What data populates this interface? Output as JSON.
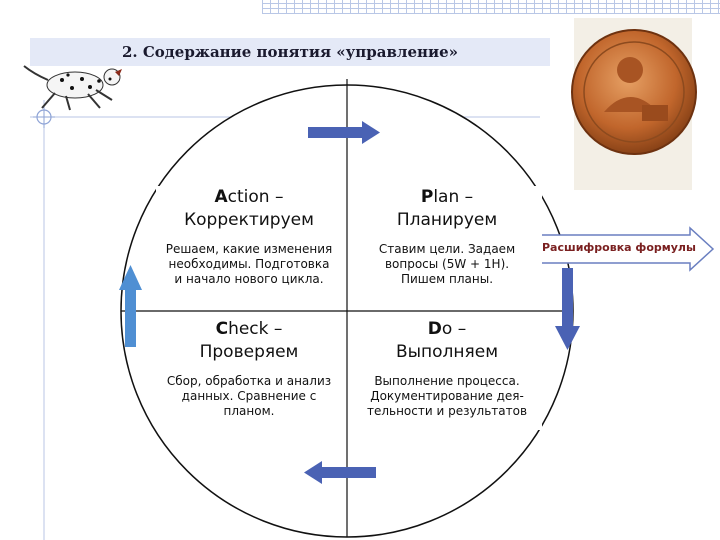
{
  "slide": {
    "title": "2. Содержание понятия «управление»"
  },
  "quadrants": [
    {
      "key": "action",
      "letter": "A",
      "title_rest": "ction –",
      "subtitle": "Корректируем",
      "desc": [
        "Решаем, какие изменения",
        "необходимы. Подготовка",
        "и начало нового цикла."
      ]
    },
    {
      "key": "plan",
      "letter": "P",
      "title_rest": "lan –",
      "subtitle": "Планируем",
      "desc": [
        "Ставим цели. Задаем",
        "вопросы (5W + 1H).",
        "Пишем планы."
      ]
    },
    {
      "key": "check",
      "letter": "C",
      "title_rest": "heck –",
      "subtitle": "Проверяем",
      "desc": [
        "Сбор, обработка и анализ",
        "данных. Сравнение с",
        "планом."
      ]
    },
    {
      "key": "do",
      "letter": "D",
      "title_rest": "o –",
      "subtitle": "Выполняем",
      "desc": [
        "Выполнение процесса.",
        "Документирование дея-",
        "тельности и результатов"
      ]
    }
  ],
  "formula_link": {
    "label": "Расшифровка формулы"
  },
  "colors": {
    "arrow_blue": "#4a62b4",
    "arrow_light": "#4f8fd3",
    "medal": "#c1662c",
    "title_bg": "#e4e9f7",
    "link_text": "#7a2020"
  },
  "icons": {
    "dog": "running-dalmatian-icon",
    "medal": "deming-medal-icon",
    "crosshair": "crosshair-marker-icon"
  }
}
